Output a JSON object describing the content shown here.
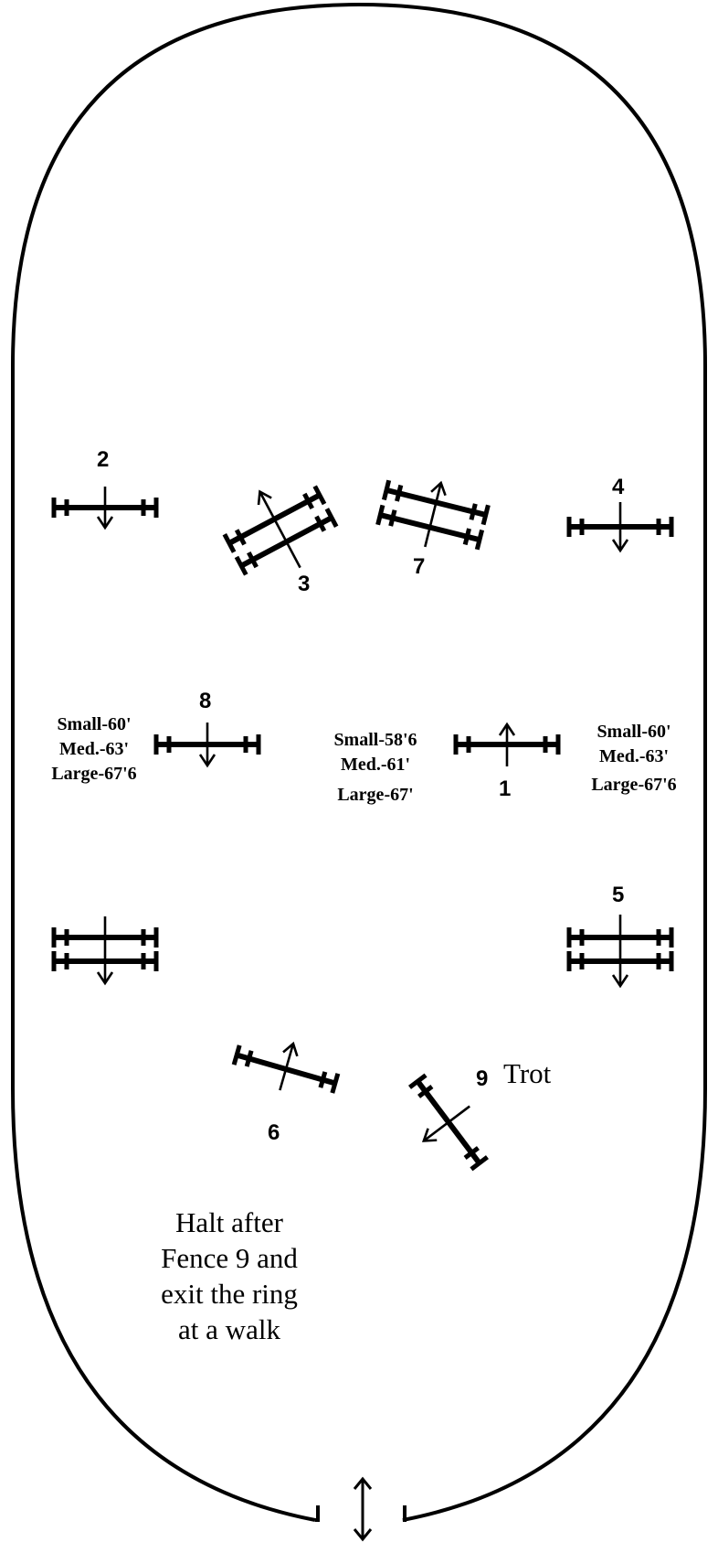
{
  "fences": [
    {
      "number": "2"
    },
    {
      "number": "3"
    },
    {
      "number": "7"
    },
    {
      "number": "4"
    },
    {
      "number": "8"
    },
    {
      "number": "1"
    },
    {
      "number": "5"
    },
    {
      "number": "6"
    },
    {
      "number": "9",
      "note": "Trot"
    }
  ],
  "distances": {
    "left": [
      "Small-60'",
      "Med.-63'",
      "Large-67'6"
    ],
    "center": [
      "Small-58'6",
      "Med.-61'",
      "Large-67'"
    ],
    "right": [
      "Small-60'",
      "Med.-63'",
      "Large-67'6"
    ]
  },
  "instructions": [
    "Halt after",
    "Fence 9 and",
    "exit the ring",
    "at a walk"
  ]
}
